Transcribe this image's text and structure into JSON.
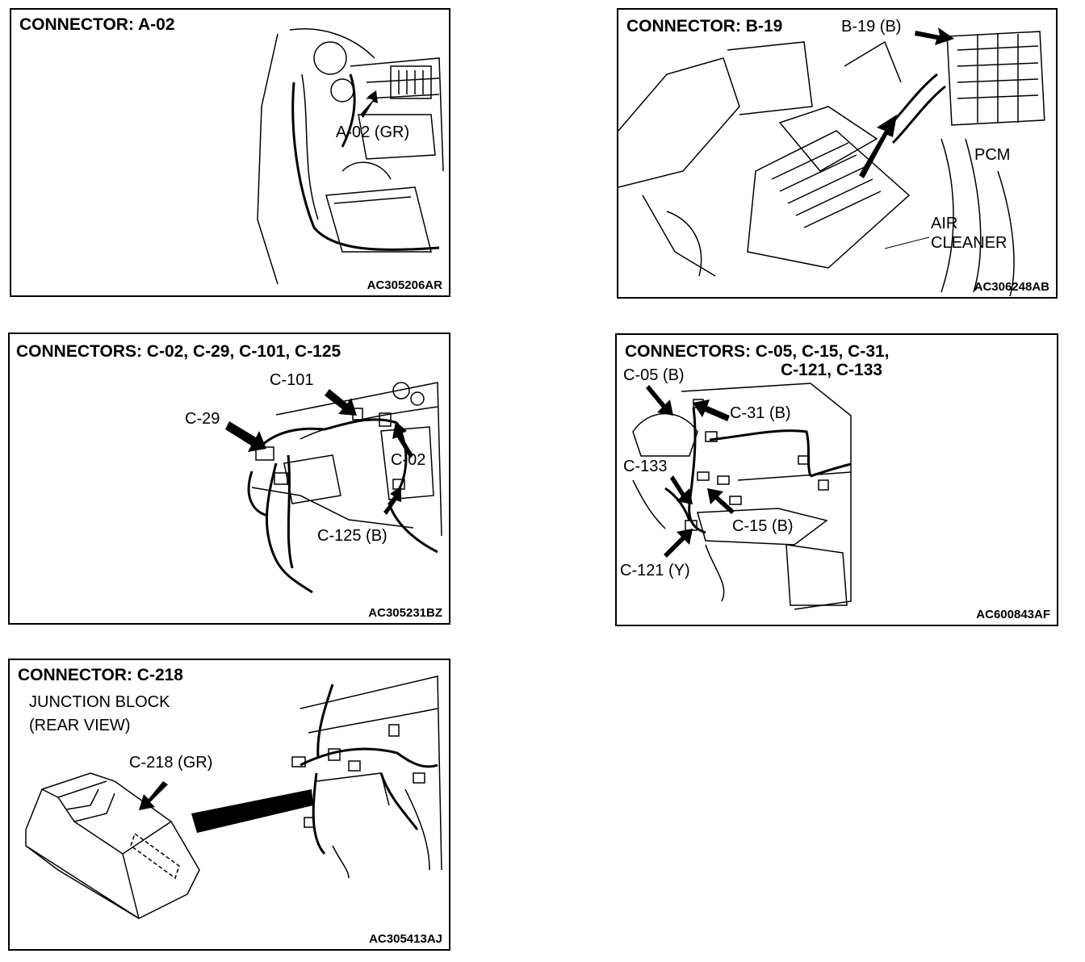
{
  "panels": [
    {
      "title": "CONNECTOR: A-02",
      "labels": [
        "A-02 (GR)"
      ],
      "code": "AC305206AR"
    },
    {
      "title": "CONNECTOR: B-19",
      "labels": [
        "B-19 (B)",
        "PCM",
        "AIR",
        "CLEANER"
      ],
      "code": "AC306248AB"
    },
    {
      "title": "CONNECTORS: C-02, C-29, C-101, C-125",
      "labels": [
        "C-101",
        "C-29",
        "C-02",
        "C-125 (B)"
      ],
      "code": "AC305231BZ"
    },
    {
      "title": "CONNECTORS: C-05, C-15, C-31,",
      "title_line2": "C-121, C-133",
      "labels": [
        "C-05 (B)",
        "C-31 (B)",
        "C-133",
        "C-15 (B)",
        "C-121 (Y)"
      ],
      "code": "AC600843AF"
    },
    {
      "title": "CONNECTOR: C-218",
      "labels": [
        "JUNCTION BLOCK",
        "(REAR VIEW)",
        "C-218 (GR)"
      ],
      "code": "AC305413AJ"
    }
  ]
}
